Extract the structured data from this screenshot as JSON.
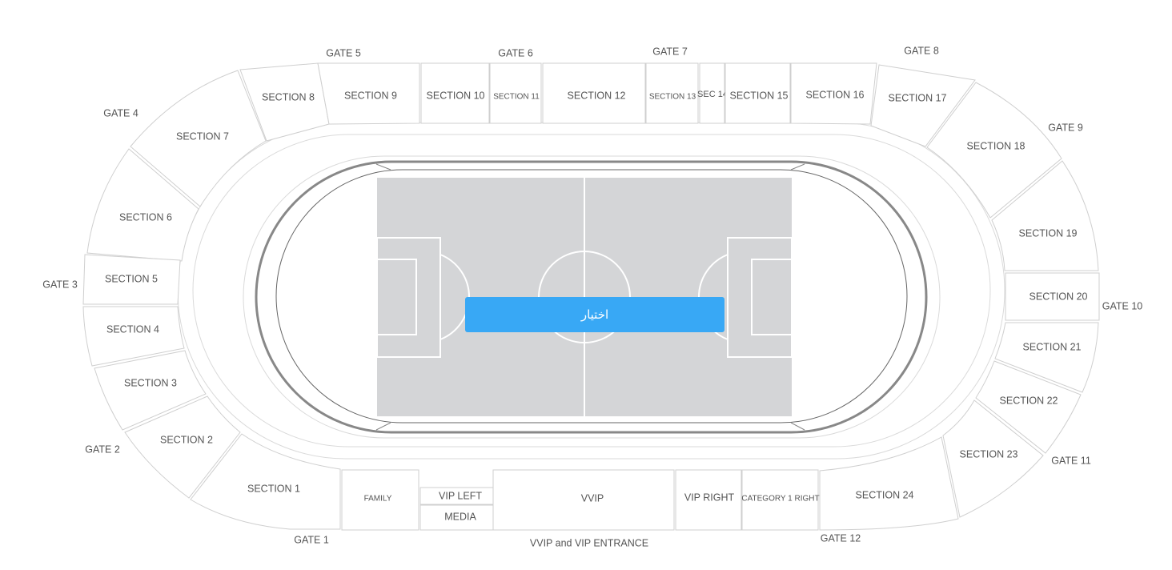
{
  "stadium": {
    "sections": [
      {
        "id": "section-1",
        "label": "SECTION 1"
      },
      {
        "id": "section-2",
        "label": "SECTION 2"
      },
      {
        "id": "section-3",
        "label": "SECTION 3"
      },
      {
        "id": "section-4",
        "label": "SECTION 4"
      },
      {
        "id": "section-5",
        "label": "SECTION 5"
      },
      {
        "id": "section-6",
        "label": "SECTION 6"
      },
      {
        "id": "section-7",
        "label": "SECTION 7"
      },
      {
        "id": "section-8",
        "label": "SECTION 8"
      },
      {
        "id": "section-9",
        "label": "SECTION 9"
      },
      {
        "id": "section-10",
        "label": "SECTION 10"
      },
      {
        "id": "section-11",
        "label": "SECTION 11"
      },
      {
        "id": "section-12",
        "label": "SECTION 12"
      },
      {
        "id": "section-13",
        "label": "SECTION 13"
      },
      {
        "id": "section-14",
        "label": "SEC 14"
      },
      {
        "id": "section-15",
        "label": "SECTION 15"
      },
      {
        "id": "section-16",
        "label": "SECTION 16"
      },
      {
        "id": "section-17",
        "label": "SECTION 17"
      },
      {
        "id": "section-18",
        "label": "SECTION 18"
      },
      {
        "id": "section-19",
        "label": "SECTION 19"
      },
      {
        "id": "section-20",
        "label": "SECTION 20"
      },
      {
        "id": "section-21",
        "label": "SECTION 21"
      },
      {
        "id": "section-22",
        "label": "SECTION 22"
      },
      {
        "id": "section-23",
        "label": "SECTION 23"
      },
      {
        "id": "section-24",
        "label": "SECTION 24"
      },
      {
        "id": "family",
        "label": "FAMILY"
      },
      {
        "id": "vip-left",
        "label": "VIP LEFT"
      },
      {
        "id": "media",
        "label": "MEDIA"
      },
      {
        "id": "vvip",
        "label": "VVIP"
      },
      {
        "id": "vip-right",
        "label": "VIP RIGHT"
      },
      {
        "id": "category-1-right",
        "label": "CATEGORY 1 RIGHT"
      }
    ],
    "gates": [
      {
        "id": "gate-1",
        "label": "GATE 1"
      },
      {
        "id": "gate-2",
        "label": "GATE 2"
      },
      {
        "id": "gate-3",
        "label": "GATE 3"
      },
      {
        "id": "gate-4",
        "label": "GATE 4"
      },
      {
        "id": "gate-5",
        "label": "GATE 5"
      },
      {
        "id": "gate-6",
        "label": "GATE 6"
      },
      {
        "id": "gate-7",
        "label": "GATE 7"
      },
      {
        "id": "gate-8",
        "label": "GATE 8"
      },
      {
        "id": "gate-9",
        "label": "GATE 9"
      },
      {
        "id": "gate-10",
        "label": "GATE 10"
      },
      {
        "id": "gate-11",
        "label": "GATE 11"
      },
      {
        "id": "gate-12",
        "label": "GATE 12"
      }
    ],
    "entrance_label": "VVIP and VIP ENTRANCE"
  },
  "select_button": {
    "label": "اختيار",
    "color": "#38a8f5"
  },
  "colors": {
    "pitch": "#d4d5d7",
    "track": "#888888",
    "section_border": "#cfcfcf",
    "text": "#555555"
  }
}
